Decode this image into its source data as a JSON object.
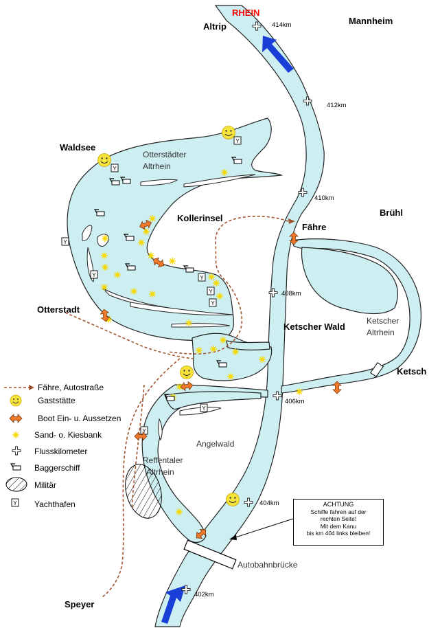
{
  "places": {
    "altrip": "Altrip",
    "rhein": "RHEIN",
    "mannheim": "Mannheim",
    "waldsee": "Waldsee",
    "bruehl": "Brühl",
    "kollerinsel": "Kollerinsel",
    "faehre": "Fähre",
    "otterstadt": "Otterstadt",
    "ketscher_wald": "Ketscher Wald",
    "ketsch": "Ketsch",
    "angelwald": "Angelwald",
    "speyer": "Speyer",
    "autobahnbruecke": "Autobahnbrücke"
  },
  "water_labels": {
    "otterstaedter_1": "Otterstädter",
    "otterstaedter_2": "Altrhein",
    "ketscher_1": "Ketscher",
    "ketscher_2": "Altrhein",
    "reffentaler_1": "Reffentaler",
    "reffentaler_2": "Altrhein"
  },
  "km_markers": {
    "km414": "414km",
    "km412": "412km",
    "km410": "410km",
    "km408": "408km",
    "km406": "406km",
    "km404": "404km",
    "km402": "402km"
  },
  "legend": {
    "ferry_road": "Fähre, Autostraße",
    "restaurant": "Gaststätte",
    "boat": "Boot  Ein- u. Aussetzen",
    "sandbank": "Sand- o. Kiesbank",
    "river_km": "Flusskilometer",
    "dredger": "Baggerschiff",
    "military": "Militär",
    "marina": "Yachthafen"
  },
  "notice": {
    "title": "ACHTUNG",
    "line1": "Schiffe fahren auf der",
    "line2": "rechten Seite!",
    "line3": "Mit dem Kanu",
    "line4": "bis km 404 links bleiben!"
  },
  "colors": {
    "water": "#cdeff2",
    "water_stroke": "#222222",
    "river_name": "#ff0000",
    "flow_arrow": "#1a3fd6",
    "boat_arrow": "#f07a2a",
    "sandbank": "#f5d800",
    "ferry_route": "#a0522d",
    "restaurant": "#f5e23a"
  },
  "icons": {
    "restaurant": "smiley-icon",
    "boat": "double-arrow-icon",
    "sandbank": "star-icon",
    "river_km": "cross-icon",
    "dredger": "dredger-icon",
    "military": "hatched-area-icon",
    "marina": "yacht-harbor-icon"
  }
}
